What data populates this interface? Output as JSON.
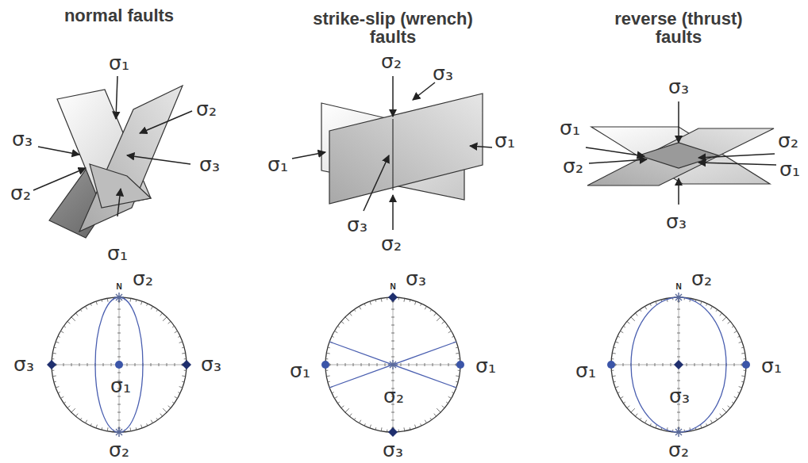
{
  "diagram": {
    "labels": [
      "normal faults",
      "strike-slip (wrench) faults",
      "reverse (thrust) faults",
      "σ₁",
      "σ₂",
      "σ₃",
      "σ₃",
      "σ₂",
      "σ₁",
      "σ₂",
      "σ₃",
      "σ₁",
      "σ₁",
      "σ₃",
      "σ₂",
      "σ₃",
      "σ₁",
      "σ₂",
      "σ₂",
      "σ₁",
      "σ₃",
      "N",
      "σ₂",
      "σ₃",
      "σ₃",
      "σ₁",
      "σ₂",
      "N",
      "σ₃",
      "σ₁",
      "σ₁",
      "σ₂",
      "σ₃",
      "N",
      "σ₂",
      "σ₁",
      "σ₁",
      "σ₃",
      "σ₂"
    ]
  }
}
